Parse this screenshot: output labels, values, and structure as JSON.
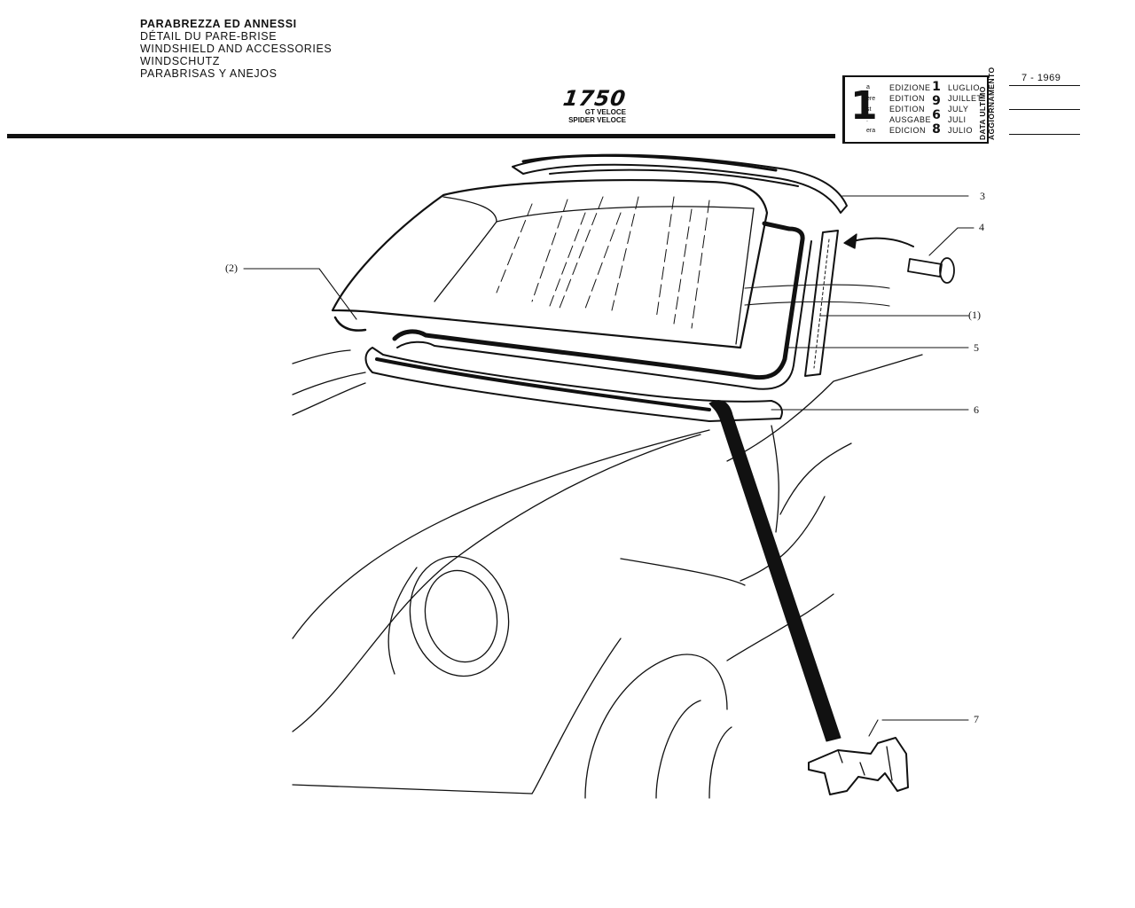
{
  "header": {
    "titles": [
      "PARABREZZA ED ANNESSI",
      "DÉTAIL DU PARE-BRISE",
      "WINDSHIELD AND ACCESSORIES",
      "WINDSCHUTZ",
      "PARABRISAS Y ANEJOS"
    ],
    "model": "1750",
    "variants": [
      "GT VELOCE",
      "SPIDER VELOCE"
    ]
  },
  "edition_box": {
    "number": "1",
    "suffixes": [
      "a",
      "ere",
      "st",
      ".",
      "era"
    ],
    "words": [
      "EDIZIONE",
      "EDITION",
      "EDITION",
      "AUSGABE",
      "EDICION"
    ],
    "year": "1968",
    "months": [
      "LUGLIO",
      "JUILLET",
      "JULY",
      "JULI",
      "JULIO"
    ],
    "vertical_label_1": "DATA ULTIMO",
    "vertical_label_2": "AGGIORNAMENTO",
    "last_update": "7 - 1969"
  },
  "callouts": {
    "c2": "(2)",
    "c3": "3",
    "c4": "4",
    "c1": "(1)",
    "c5": "5",
    "c6": "6",
    "c7": "7"
  }
}
